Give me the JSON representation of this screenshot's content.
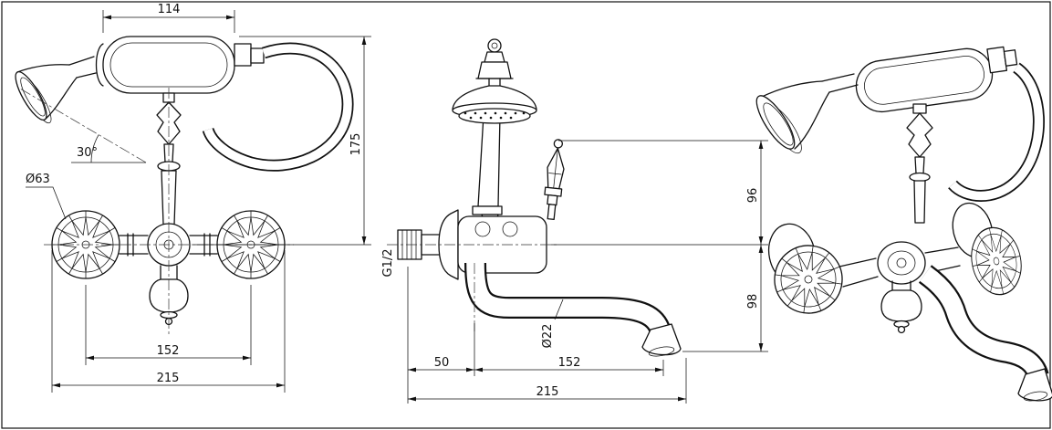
{
  "drawing": {
    "front": {
      "dim_width": "114",
      "dim_height": "175",
      "angle": "30°",
      "handle_diameter": "Ø63",
      "handle_spacing": "152",
      "total_width": "215"
    },
    "side": {
      "dim_upper": "96",
      "dim_lower": "98",
      "thread": "G1/2",
      "spout_diameter": "Ø22",
      "wall_offset": "50",
      "spout_reach": "152",
      "total_depth": "215"
    }
  }
}
